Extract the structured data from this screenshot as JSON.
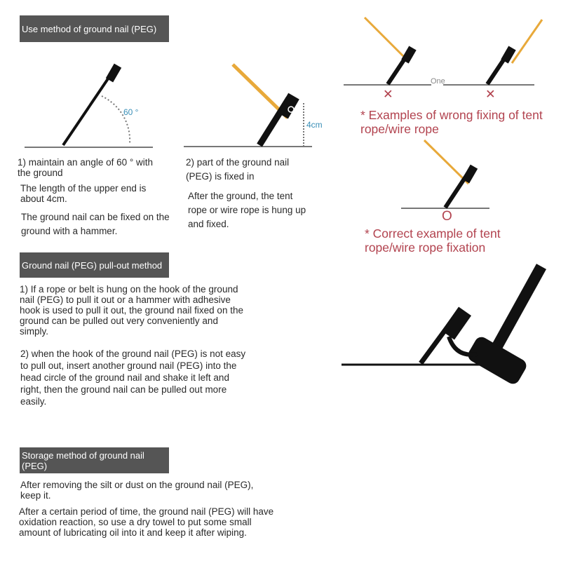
{
  "section1": {
    "title": "Use method of ground nail (PEG)",
    "angle_label": "60 °",
    "height_label": "4cm",
    "step1": "1) maintain an angle of 60 ° with the ground",
    "step1_note1": "The length of the upper end is about 4cm.",
    "step1_note2": "The ground nail can be fixed on the ground with a hammer.",
    "step2": "2) part of the ground nail (PEG) is fixed in",
    "step2_note": "After the ground, the tent rope or wire rope is hung up and fixed."
  },
  "examples": {
    "divider_label": "One",
    "wrong_mark": "✕",
    "correct_mark": "O",
    "wrong_caption": "* Examples of wrong fixing of tent rope/wire rope",
    "correct_caption": "* Correct example of tent rope/wire rope fixation"
  },
  "section2": {
    "title": "Ground nail (PEG) pull-out method",
    "para1": "1) If a rope or belt is hung on the hook of the ground nail (PEG) to pull it out or a hammer with adhesive hook is used to pull it out, the ground nail fixed on the ground can be pulled out very conveniently and simply.",
    "para2": "2) when the hook of the ground nail (PEG) is not easy to pull out, insert another ground nail (PEG) into the head circle of the ground nail and shake it left and right, then the ground nail can be pulled out more easily."
  },
  "section3": {
    "title": "Storage method of ground nail (PEG)",
    "para1": "After removing the silt or dust on the ground nail (PEG), keep it.",
    "para2": "After a certain period of time, the ground nail (PEG) will have oxidation reaction, so use a dry towel to put some small amount of lubricating oil into it and keep it after wiping."
  },
  "colors": {
    "header": "#555555",
    "rope": "#e8a93a",
    "warning": "#b2434f"
  }
}
